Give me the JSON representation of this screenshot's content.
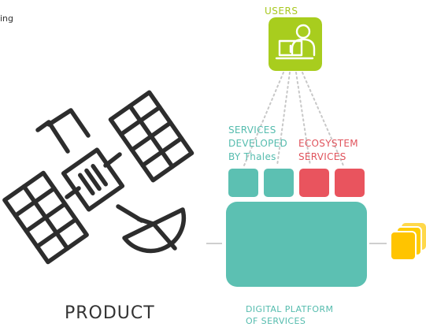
{
  "colors": {
    "green": "#a8cd1e",
    "teal": "#5cc0b2",
    "red": "#e9545e",
    "yellow": "#ffcc00",
    "outline": "#2d2d2d",
    "dots": "#c8c8c8"
  },
  "partial_text": "ing",
  "users": {
    "label": "USERS",
    "icon": "user-at-laptop-icon"
  },
  "services": {
    "thales_label_line1": "SERVICES",
    "thales_label_line2": "DEVELOPED",
    "thales_label_line3": "BY Thales",
    "ecosystem_label_line1": "ECOSYSTEM",
    "ecosystem_label_line2": "SERVICES"
  },
  "platform": {
    "label_line1": "DIGITAL PLATFORM",
    "label_line2": "OF SERVICES"
  },
  "product": {
    "label": "PRODUCT",
    "icon": "satellite-icon"
  },
  "output_icon": "stacked-squares-icon"
}
